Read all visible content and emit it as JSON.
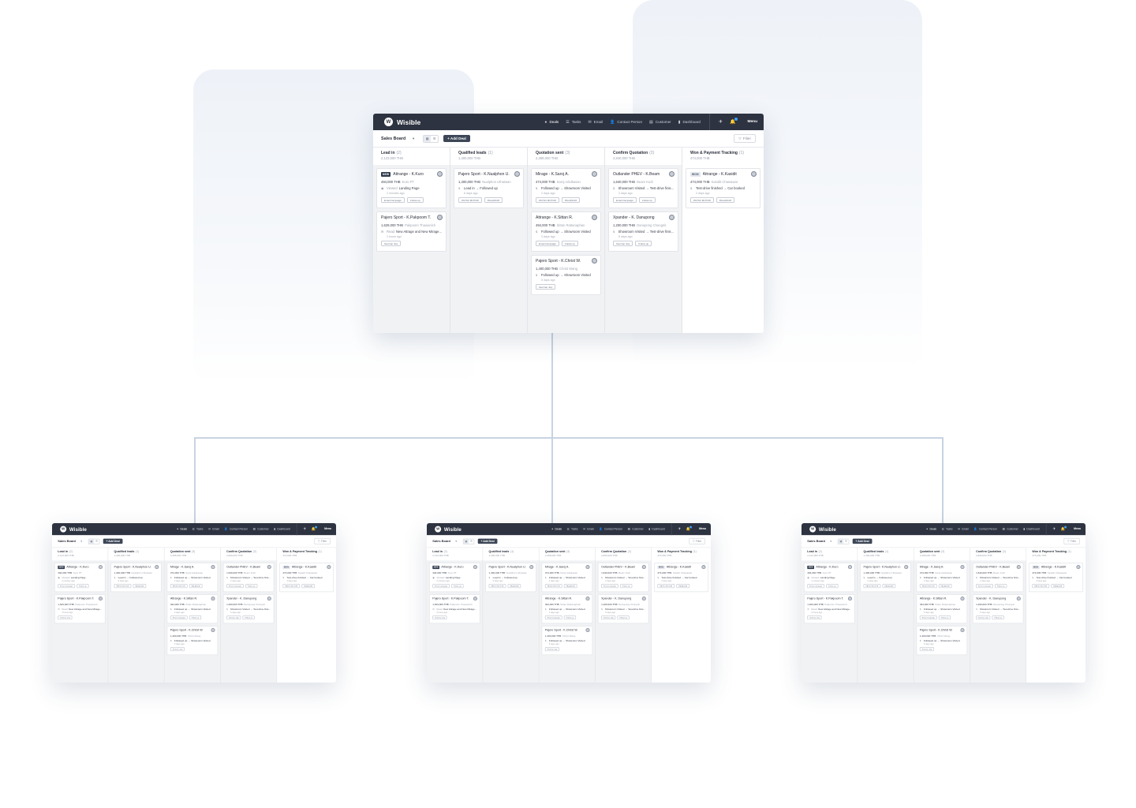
{
  "nav": {
    "logo_mark": "W",
    "app_name": "Wisible",
    "items": [
      {
        "label": "Deals",
        "icon": "deals-icon",
        "glyph": "●"
      },
      {
        "label": "Tasks",
        "icon": "tasks-icon",
        "glyph": "☰"
      },
      {
        "label": "Email",
        "icon": "email-icon",
        "glyph": "✉"
      },
      {
        "label": "Contact Person",
        "icon": "contact-icon",
        "glyph": "👤"
      },
      {
        "label": "Customer",
        "icon": "customer-icon",
        "glyph": "▤"
      },
      {
        "label": "Dashboard",
        "icon": "dashboard-icon",
        "glyph": "▮"
      }
    ],
    "menu_label": "Menu"
  },
  "toolbar": {
    "board_name": "Sales Board",
    "add_deal_label": "+ Add Deal",
    "filter_label": "Filter"
  },
  "columns": [
    {
      "title": "Lead in",
      "count": "(2)",
      "total": "2,123,000 THB",
      "cards": [
        {
          "badge": "NEW",
          "title": "Attrange - K.Kuro",
          "amount": "494,000 THB",
          "contact": "Kuro PT",
          "activity_label": "Viewed",
          "activity": "Landing Page",
          "activity_icon": "view-icon",
          "time": "2 minutes ago",
          "tags": [
            "Email Campaign",
            "Follow up"
          ]
        },
        {
          "badge": "",
          "title": "Pajero Sport - K.Pakpoom T.",
          "amount": "1,629,000 THB",
          "contact": "Pakpoom Thawanich",
          "activity_label": "Read",
          "activity": "New Attrage and New Mirage...",
          "activity_icon": "read-icon",
          "time": "2 hours ago",
          "tags": [
            "Seminar July"
          ]
        }
      ]
    },
    {
      "title": "Qualified leads",
      "count": "(1)",
      "total": "1,400,000 THB",
      "cards": [
        {
          "badge": "",
          "title": "Pajero Sport - K.Nualphon U.",
          "amount": "1,400,000 THB",
          "contact": "Nualphon Uthaiwan",
          "activity_label": "",
          "activity": "Lead in → Followed up",
          "activity_icon": "money-icon",
          "time": "6 days ago",
          "tags": [
            "PAYSO MOTOR",
            "PALADIUM"
          ]
        }
      ]
    },
    {
      "title": "Quotation sent",
      "count": "(3)",
      "total": "2,368,000 THB",
      "cards": [
        {
          "badge": "",
          "title": "Mirage - K.Saroj A.",
          "amount": "474,000 THB",
          "contact": "Saroj Adulkasan",
          "activity_label": "",
          "activity": "Followed up → Showroom Visited",
          "activity_icon": "money-icon",
          "time": "2 days ago",
          "tags": [
            "PAYSO MOTOR",
            "PALADIUM"
          ]
        },
        {
          "badge": "",
          "title": "Attrange - K.Sittan R.",
          "amount": "494,000 THB",
          "contact": "Sittan Rattanaphan",
          "activity_label": "",
          "activity": "Followed up → Showroom Visited",
          "activity_icon": "money-icon",
          "time": "3 days ago",
          "tags": [
            "Email Campaign",
            "Follow up"
          ]
        },
        {
          "badge": "",
          "title": "Pajero Sport - K.Christ W.",
          "amount": "1,400,000 THB",
          "contact": "Christ Wang",
          "activity_label": "",
          "activity": "Followed up → Showroom Visited",
          "activity_icon": "money-icon",
          "time": "5 days ago",
          "tags": [
            "Seminar July"
          ]
        }
      ]
    },
    {
      "title": "Confirm Quotation",
      "count": "(2)",
      "total": "2,840,000 THB",
      "cards": [
        {
          "badge": "",
          "title": "Outlander PHEV - K.Beam",
          "amount": "1,640,000 THB",
          "contact": "Beam Kodi",
          "activity_label": "",
          "activity": "Showroom Visited → Test-drive finis...",
          "activity_icon": "money-icon",
          "time": "2 days ago",
          "tags": [
            "Email Campaign",
            "Follow up"
          ]
        },
        {
          "badge": "",
          "title": "Xpander - K. Danupong",
          "amount": "1,200,000 THB",
          "contact": "Danupong Chungnit",
          "activity_label": "",
          "activity": "Showroom Visited → Test-drive finis...",
          "activity_icon": "money-icon",
          "time": "5 days ago",
          "tags": [
            "Seminar July",
            "Follow up"
          ]
        }
      ]
    },
    {
      "title": "Won & Payment Tracking",
      "count": "(1)",
      "total": "474,000 THB",
      "cards": [
        {
          "badge": "WON",
          "title": "Attrange - K.Kasidit",
          "amount": "474,000 THB",
          "contact": "Kasidit Chawawat",
          "activity_label": "",
          "activity": "Test-drive finished → Car booked",
          "activity_icon": "money-icon",
          "time": "2 days ago",
          "tags": [
            "PAYSO MOTOR",
            "PALADIUM"
          ]
        }
      ]
    }
  ]
}
